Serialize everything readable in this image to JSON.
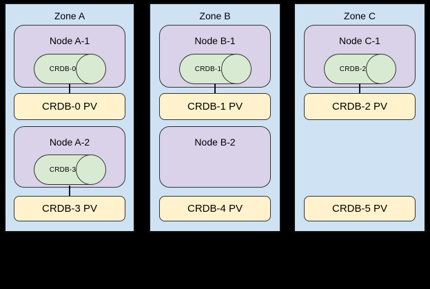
{
  "diagram": {
    "description": "CockroachDB pods scheduled across availability zones with persistent volumes",
    "colors": {
      "background": "#000000",
      "zone_fill": "#cfe2f3",
      "node_fill": "#d9d2e9",
      "cylinder_fill": "#d9ead3",
      "pv_fill": "#fff2cc",
      "border": "#333333"
    },
    "zones": [
      {
        "title": "Zone A",
        "nodes": [
          {
            "label": "Node A-1",
            "cylinder": "CRDB-0",
            "pv": "CRDB-0 PV",
            "connected": true
          },
          {
            "label": "Node A-2",
            "cylinder": "CRDB-3",
            "pv": "CRDB-3 PV",
            "connected": true
          }
        ]
      },
      {
        "title": "Zone B",
        "nodes": [
          {
            "label": "Node B-1",
            "cylinder": "CRDB-1",
            "pv": "CRDB-1 PV",
            "connected": true
          },
          {
            "label": "Node B-2",
            "cylinder": null,
            "pv": "CRDB-4 PV",
            "connected": false
          }
        ]
      },
      {
        "title": "Zone C",
        "nodes": [
          {
            "label": "Node C-1",
            "cylinder": "CRDB-2",
            "pv": "CRDB-2 PV",
            "connected": true
          },
          {
            "label": null,
            "cylinder": null,
            "pv": "CRDB-5 PV",
            "connected": false
          }
        ]
      }
    ]
  }
}
